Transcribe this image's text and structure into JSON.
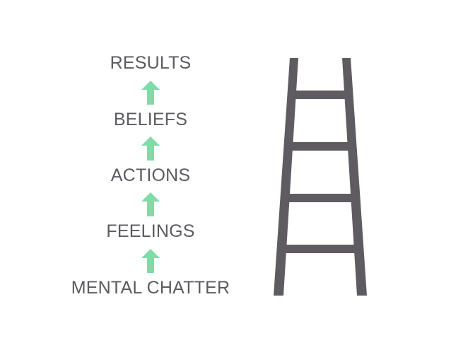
{
  "diagram": {
    "steps_top_to_bottom": [
      "RESULTS",
      "BELIEFS",
      "ACTIONS",
      "FEELINGS",
      "MENTAL CHATTER"
    ],
    "colors": {
      "text": "#5b5b61",
      "arrow": "#7fdca7",
      "ladder": "#5f5c61",
      "background": "#ffffff"
    },
    "icons": {
      "arrow": "up-arrow-icon",
      "ladder": "ladder-icon"
    }
  }
}
